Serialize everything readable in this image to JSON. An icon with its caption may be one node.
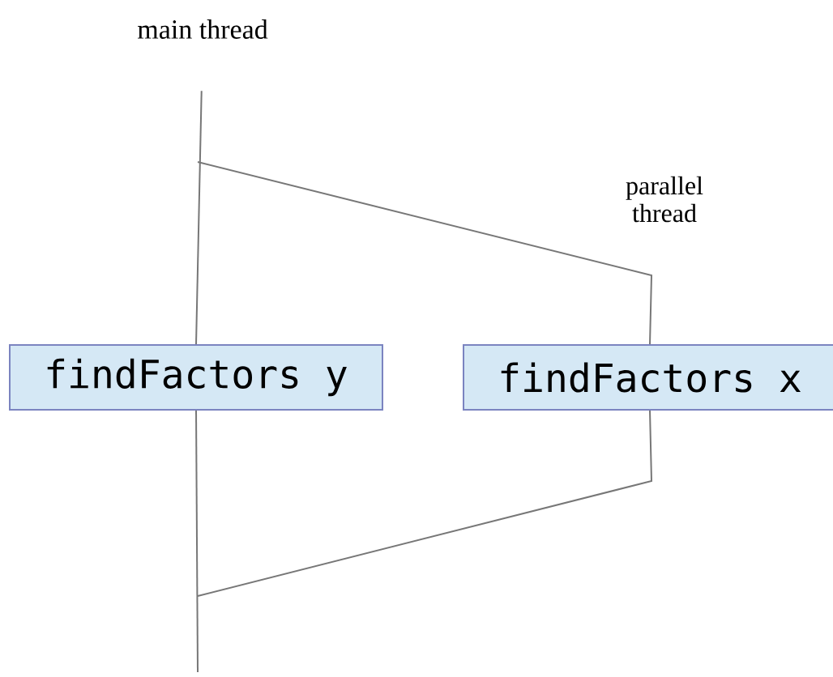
{
  "diagram": {
    "nodes": [
      {
        "text": [
          "main thread"
        ]
      },
      {
        "text": [
          "findFactors y"
        ]
      },
      {
        "text": [
          "findFactors x"
        ]
      }
    ],
    "edges": [
      {
        "from": 0,
        "to": 1,
        "arrow": "none"
      },
      {
        "from": 1,
        "to": null,
        "arrow": "none"
      },
      {
        "from": null,
        "to": 2,
        "arrow": "none"
      },
      {
        "from": 2,
        "to": null,
        "arrow": "none"
      }
    ],
    "labels": [
      "parallel thread"
    ]
  }
}
